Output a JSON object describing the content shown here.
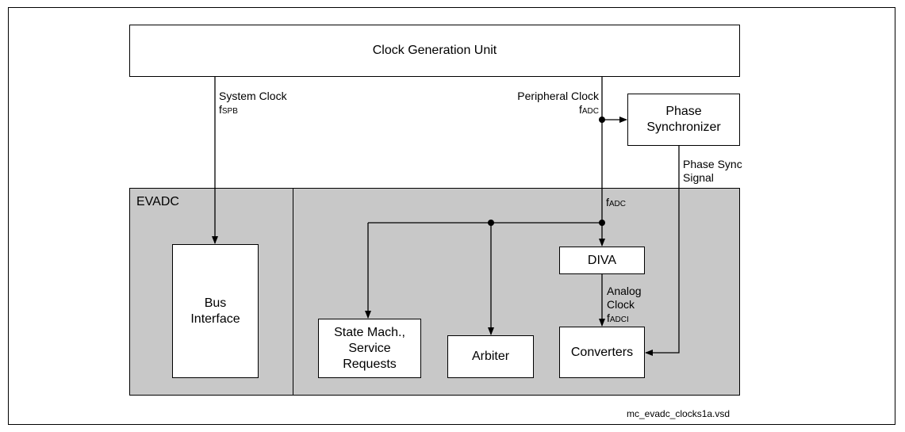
{
  "blocks": {
    "cgu": "Clock Generation Unit",
    "phase_sync": "Phase\nSynchronizer",
    "evadc": "EVADC",
    "bus_interface": "Bus\nInterface",
    "state_machine": "State Mach.,\nService\nRequests",
    "arbiter": "Arbiter",
    "diva": "DIVA",
    "converters": "Converters"
  },
  "signals": {
    "system_clock": "System Clock",
    "f_spb_main": "f",
    "f_spb_sub": "SPB",
    "peripheral_clock": "Peripheral Clock",
    "f_adc_main": "f",
    "f_adc_sub": "ADC",
    "phase_sync_signal": "Phase Sync\nSignal",
    "f_adc_inner_main": "f",
    "f_adc_inner_sub": "ADC",
    "analog_clock": "Analog\nClock",
    "f_adci_main": "f",
    "f_adci_sub": "ADCI"
  },
  "footer": {
    "file_name": "mc_evadc_clocks1a.vsd"
  }
}
